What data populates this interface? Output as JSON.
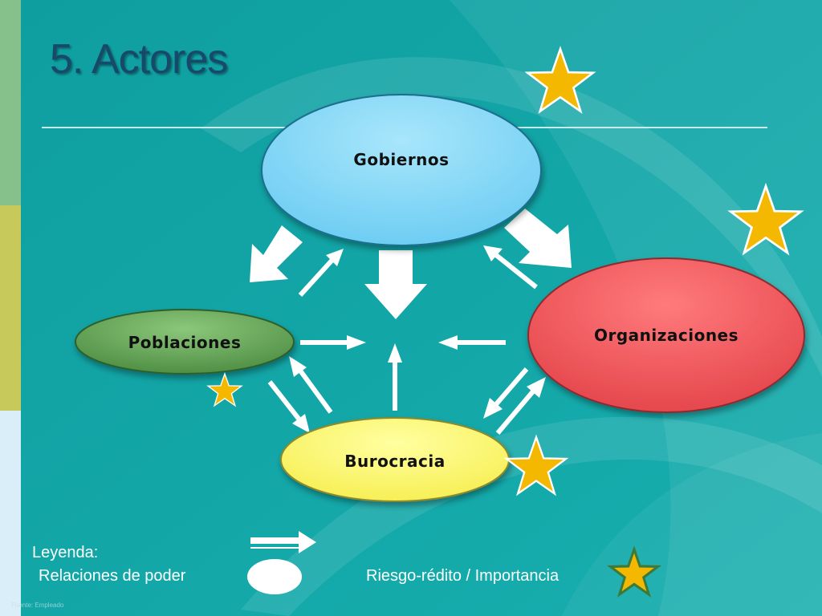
{
  "slide": {
    "title": "5. Actores"
  },
  "nodes": {
    "gobiernos": {
      "label": "Gobiernos",
      "color": "#7fd4f6"
    },
    "poblaciones": {
      "label": "Poblaciones",
      "color": "#6aa85a"
    },
    "organizaciones": {
      "label": "Organizaciones",
      "color": "#f2555a"
    },
    "burocracia": {
      "label": "Burocracia",
      "color": "#fdf46a"
    }
  },
  "legend": {
    "title": "Leyenda:",
    "power_relations": "Relaciones de poder",
    "risk_importance": "Riesgo-rédito / Importancia"
  },
  "footer": {
    "credit": "Fuente: Empleado"
  },
  "colors": {
    "background": "#12a5a5",
    "star_fill": "#f5b800",
    "arrow": "#ffffff"
  },
  "icons": [
    "star-icon",
    "arrow-icon",
    "ellipse-icon"
  ]
}
